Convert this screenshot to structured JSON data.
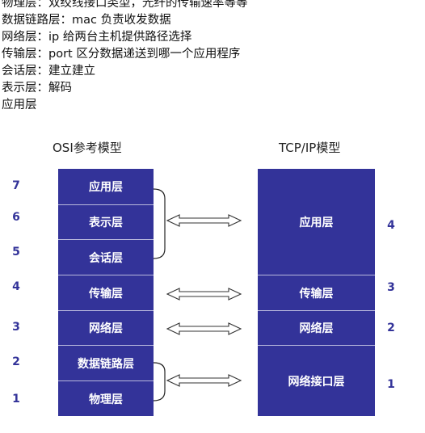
{
  "notes": [
    "物理层：双绞线接口类型，光纤的传输速率等等",
    "数据链路层：mac 负责收发数据",
    "网络层：ip 给两台主机提供路径选择",
    "传输层：port  区分数据递送到哪一个应用程序",
    "会话层：建立建立",
    "表示层：解码",
    "应用层"
  ],
  "osi": {
    "title": "OSI参考模型",
    "layers": [
      {
        "num": "7",
        "name": "应用层"
      },
      {
        "num": "6",
        "name": "表示层"
      },
      {
        "num": "5",
        "name": "会话层"
      },
      {
        "num": "4",
        "name": "传输层"
      },
      {
        "num": "3",
        "name": "网络层"
      },
      {
        "num": "2",
        "name": "数据链路层"
      },
      {
        "num": "1",
        "name": "物理层"
      }
    ]
  },
  "tcpip": {
    "title": "TCP/IP模型",
    "layers": [
      {
        "num": "4",
        "name": "应用层"
      },
      {
        "num": "3",
        "name": "传输层"
      },
      {
        "num": "2",
        "name": "网络层"
      },
      {
        "num": "1",
        "name": "网络接口层"
      }
    ]
  },
  "colors": {
    "layer_fill": "#333399",
    "layer_text": "#ffffff",
    "number": "#333399"
  }
}
